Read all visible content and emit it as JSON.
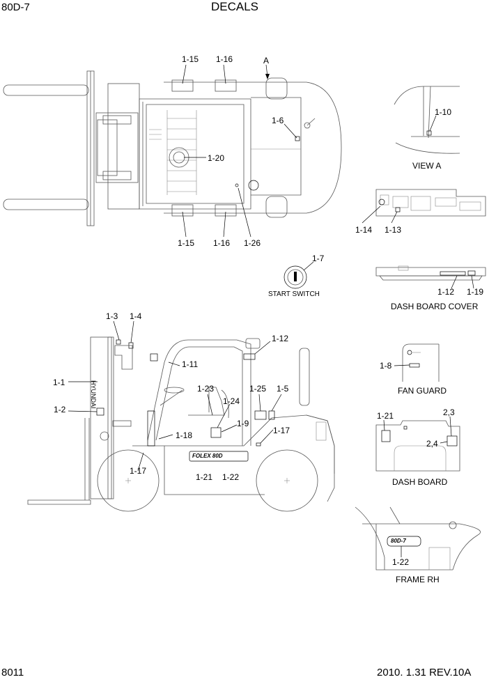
{
  "header": {
    "model": "80D-7",
    "title": "DECALS"
  },
  "footer": {
    "page": "8011",
    "revision": "2010. 1.31  REV.10A"
  },
  "captions": {
    "view_a": "VIEW A",
    "start_switch": "START SWITCH",
    "dash_board_cover": "DASH BOARD COVER",
    "fan_guard": "FAN GUARD",
    "dash_board": "DASH BOARD",
    "frame_rh": "FRAME RH"
  },
  "callouts": {
    "top_1_15_a": "1-15",
    "top_1_16_a": "1-16",
    "top_a": "A",
    "top_1_6": "1-6",
    "top_1_20": "1-20",
    "top_1_15_b": "1-15",
    "top_1_16_b": "1-16",
    "top_1_26": "1-26",
    "view_a_1_10": "1-10",
    "panel_1_14": "1-14",
    "panel_1_13": "1-13",
    "switch_1_7": "1-7",
    "cover_1_12": "1-12",
    "cover_1_19": "1-19",
    "side_1_3": "1-3",
    "side_1_4": "1-4",
    "side_1_12": "1-12",
    "side_1_11": "1-11",
    "side_1_1": "1-1",
    "side_1_23": "1-23",
    "side_1_25": "1-25",
    "side_1_5": "1-5",
    "side_1_24": "1-24",
    "side_1_2": "1-2",
    "side_1_9": "1-9",
    "side_1_17_a": "1-17",
    "side_1_18": "1-18",
    "side_1_17_b": "1-17",
    "side_1_21": "1-21",
    "side_1_22": "1-22",
    "fan_1_8": "1-8",
    "dash_1_21": "1-21",
    "dash_2_3": "2,3",
    "dash_2_4": "2,4",
    "frame_1_22": "1-22"
  },
  "decal_text": {
    "mast_brand": "HYUNDAI",
    "side_logo": "FOLEX 80D",
    "frame_badge": "80D-7"
  }
}
